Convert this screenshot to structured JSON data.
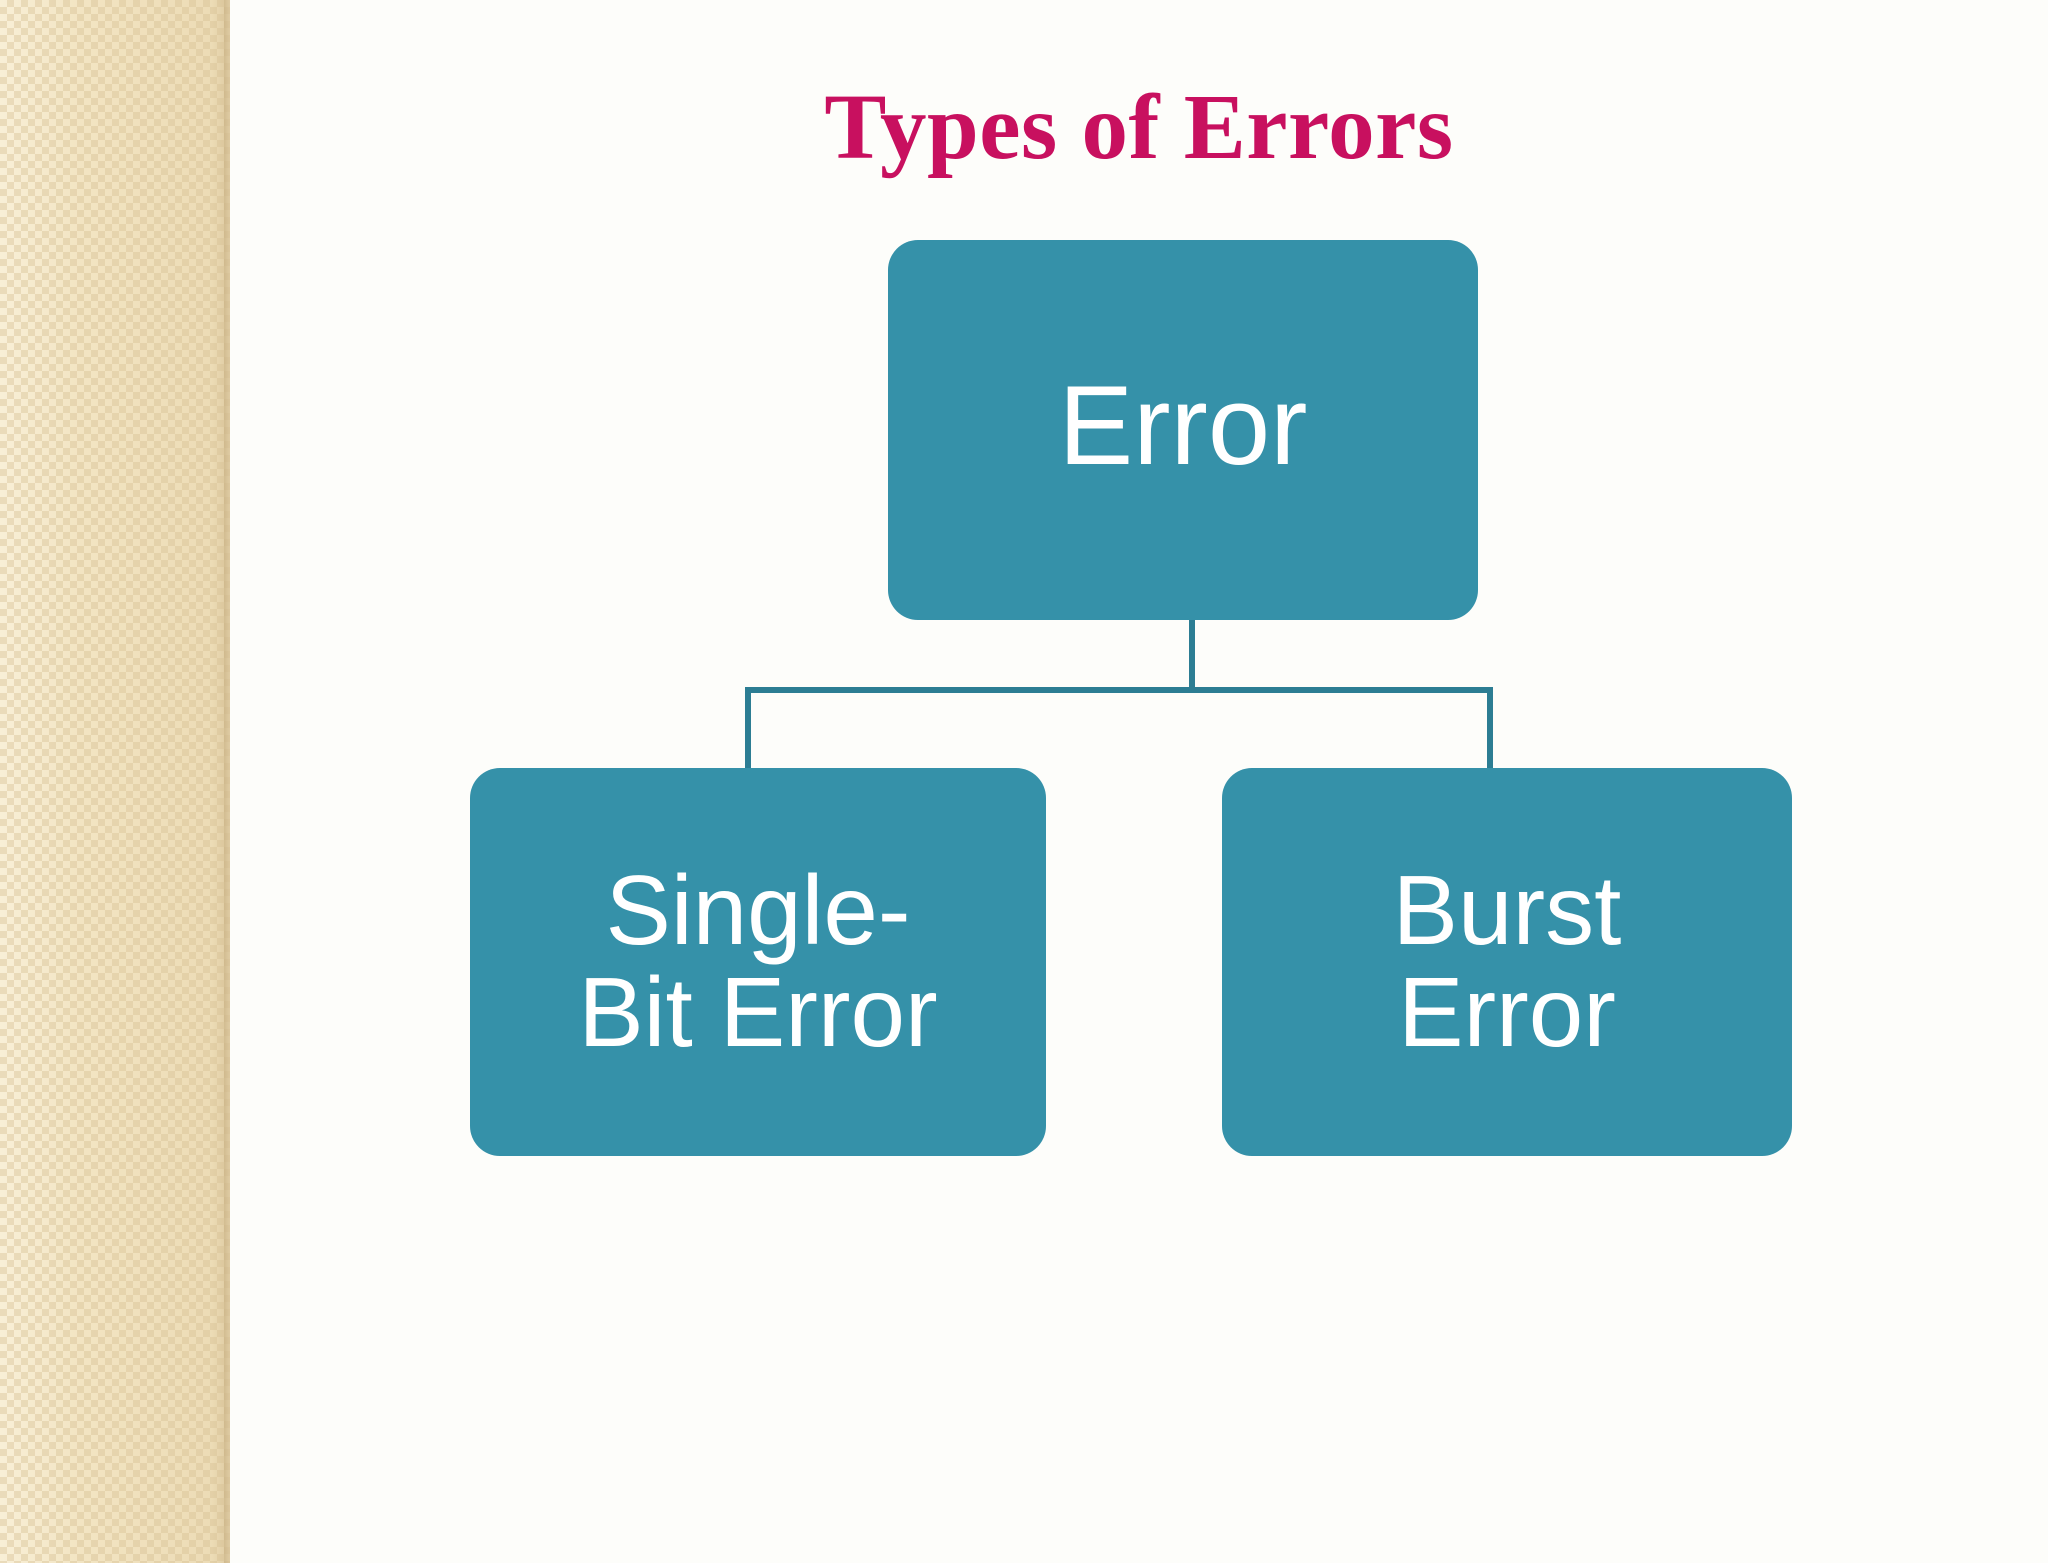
{
  "slide": {
    "title": "Types of Errors",
    "background_color": "#fdfdfa",
    "title_color": "#c8105f",
    "node_fill_color": "#3591a9",
    "node_text_color": "#ffffff",
    "connector_color": "#2c7d93",
    "sidebar_color": "#f1e2be"
  },
  "diagram_data": {
    "type": "tree",
    "orientation": "top-down",
    "nodes": [
      {
        "id": "root",
        "label": "Error",
        "level": 0,
        "parent": null
      },
      {
        "id": "single",
        "label": "Single-\nBit Error",
        "level": 1,
        "parent": "root"
      },
      {
        "id": "burst",
        "label": "Burst\nError",
        "level": 1,
        "parent": "root"
      }
    ],
    "edges": [
      {
        "from": "root",
        "to": "single"
      },
      {
        "from": "root",
        "to": "burst"
      }
    ]
  },
  "nodes": {
    "root": {
      "label": "Error"
    },
    "single": {
      "line1": "Single-",
      "line2": "Bit Error"
    },
    "burst": {
      "line1": "Burst",
      "line2": "Error"
    }
  }
}
